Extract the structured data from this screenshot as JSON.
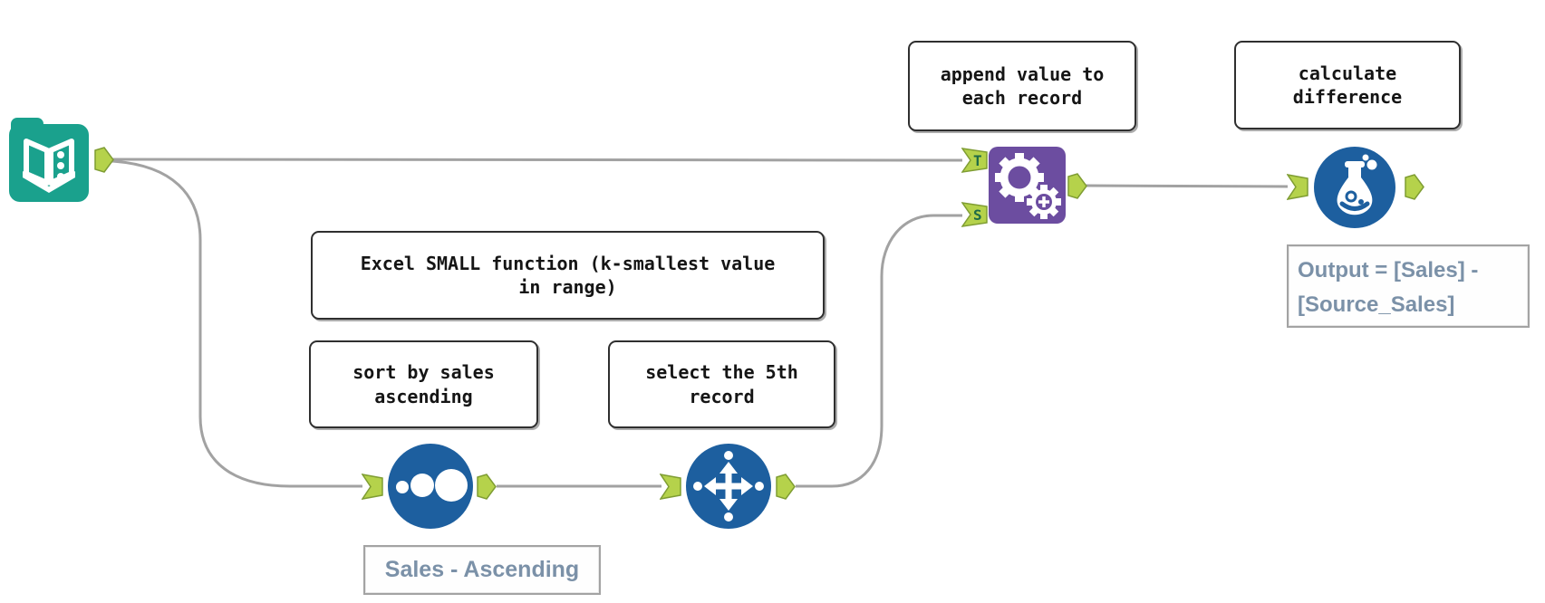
{
  "app": "workflow-canvas",
  "colors": {
    "input_tool_teal": "#1aa18d",
    "tool_blue": "#1d5f9f",
    "append_purple": "#6c4da0",
    "anchor_green": "#b5d24b",
    "anchor_green_border": "#7f9d33",
    "anchor_letter_green": "#1e6b47",
    "wire_gray": "#a2a2a2",
    "comment_border": "#2f2f2f",
    "annotation_text": "#7b91a8",
    "annotation_border": "#a3a3a3"
  },
  "comments": [
    {
      "id": "excel-small",
      "text": "Excel SMALL function (k-smallest value\nin range)"
    },
    {
      "id": "sort-by-sales",
      "text": "sort by sales\nascending"
    },
    {
      "id": "select-5th",
      "text": "select the 5th\nrecord"
    },
    {
      "id": "append-value",
      "text": "append value to\neach record"
    },
    {
      "id": "calculate-difference",
      "text": "calculate\ndifference"
    }
  ],
  "annotations": [
    {
      "id": "sort-annotation",
      "text": "Sales - Ascending"
    },
    {
      "id": "formula-annotation",
      "text": "Output = [Sales] -\n[Source_Sales]"
    }
  ],
  "tools": [
    {
      "id": "input-data",
      "icon": "book-icon",
      "shape": "rounded-square",
      "color": "#1aa18d"
    },
    {
      "id": "sort",
      "icon": "three-dots-icon",
      "shape": "circle",
      "color": "#1d5f9f"
    },
    {
      "id": "select-records",
      "icon": "cross-arrows-icon",
      "shape": "circle",
      "color": "#1d5f9f"
    },
    {
      "id": "append-fields",
      "icon": "gears-icon",
      "shape": "rounded-square",
      "color": "#6c4da0"
    },
    {
      "id": "formula",
      "icon": "flask-icon",
      "shape": "circle",
      "color": "#1d5f9f"
    }
  ],
  "anchors": {
    "t": "T",
    "s": "S"
  }
}
